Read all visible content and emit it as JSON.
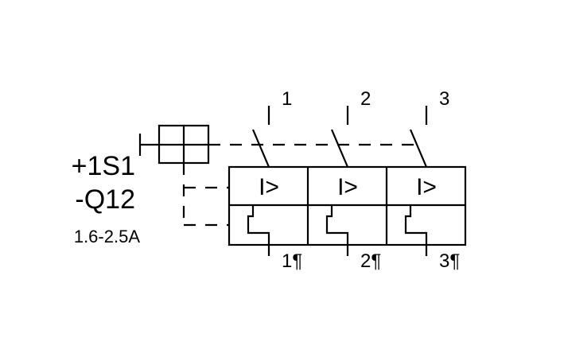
{
  "device": {
    "location_label": "+1S1",
    "tag_label": "-Q12",
    "rating_label": "1.6-2.5A"
  },
  "poles": [
    {
      "top_terminal": "1",
      "bottom_terminal": "1¶",
      "trip_symbol": "I>"
    },
    {
      "top_terminal": "2",
      "bottom_terminal": "2¶",
      "trip_symbol": "I>"
    },
    {
      "top_terminal": "3",
      "bottom_terminal": "3¶",
      "trip_symbol": "I>"
    }
  ],
  "colors": {
    "line": "#000000",
    "background": "#ffffff"
  }
}
